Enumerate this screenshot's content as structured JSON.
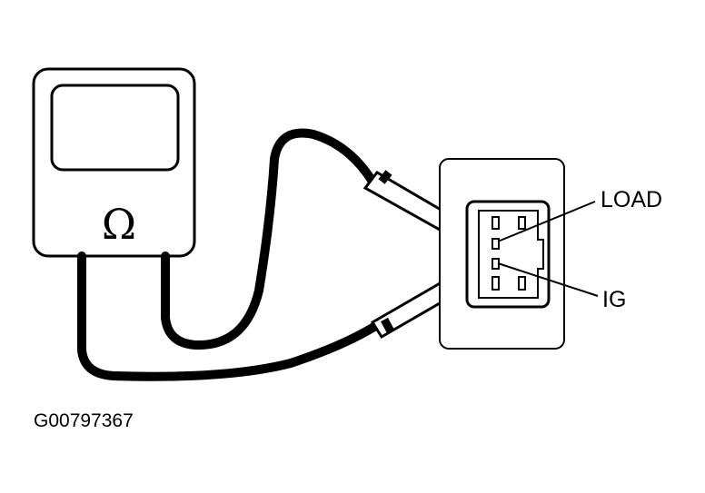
{
  "meter": {
    "symbol": "Ω"
  },
  "connector": {
    "terminals": [
      {
        "label": "LOAD"
      },
      {
        "label": "IG"
      }
    ]
  },
  "figure_code": "G00797367",
  "colors": {
    "ink": "#000000",
    "paper": "#ffffff"
  }
}
